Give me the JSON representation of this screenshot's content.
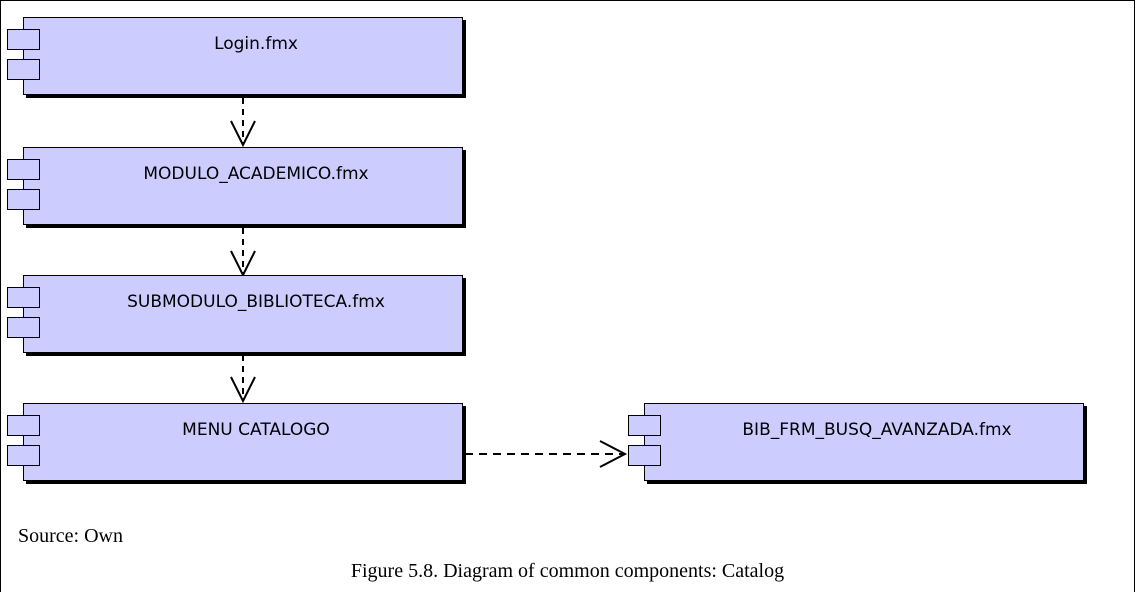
{
  "diagram": {
    "components": [
      {
        "id": "login",
        "label": "Login.fmx"
      },
      {
        "id": "modulo-academico",
        "label": "MODULO_ACADEMICO.fmx"
      },
      {
        "id": "submodulo-biblioteca",
        "label": "SUBMODULO_BIBLIOTECA.fmx"
      },
      {
        "id": "menu-catalogo",
        "label": "MENU CATALOGO"
      },
      {
        "id": "bib-frm-busq-avanzada",
        "label": "BIB_FRM_BUSQ_AVANZADA.fmx"
      }
    ],
    "dependencies": [
      {
        "from": "login",
        "to": "modulo-academico"
      },
      {
        "from": "modulo-academico",
        "to": "submodulo-biblioteca"
      },
      {
        "from": "submodulo-biblioteca",
        "to": "menu-catalogo"
      },
      {
        "from": "menu-catalogo",
        "to": "bib-frm-busq-avanzada"
      }
    ]
  },
  "source": "Source: Own",
  "figure_caption": "Figure 5.8. Diagram of common components: Catalog"
}
